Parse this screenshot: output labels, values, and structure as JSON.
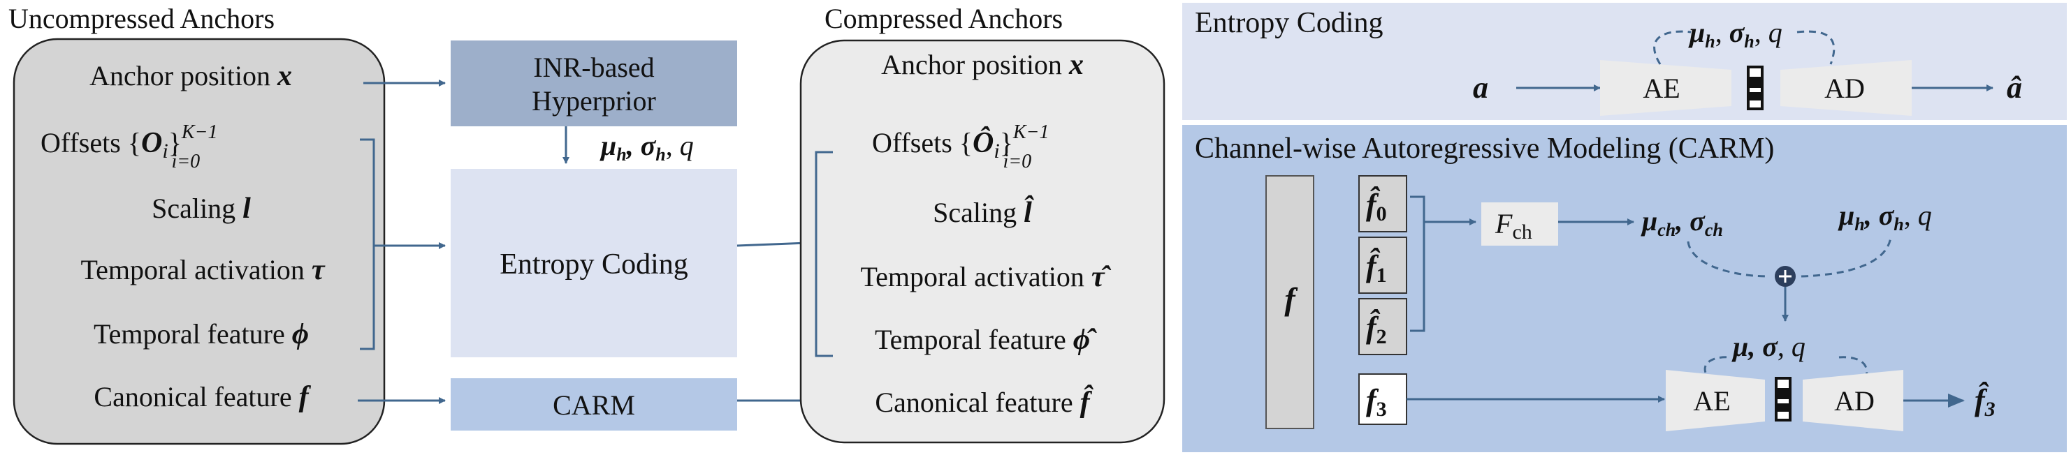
{
  "left": {
    "uncompressed_title": "Uncompressed Anchors",
    "compressed_title": "Compressed Anchors",
    "uncompressed": {
      "anchor_label": "Anchor position ",
      "anchor_sym": "x",
      "offsets_label": "Offsets {",
      "offsets_sym": "O",
      "offsets_sub": "i",
      "offsets_close": "}",
      "offsets_sup": "K−1",
      "offsets_low": "i=0",
      "scaling_label": "Scaling ",
      "scaling_sym": "l",
      "temporal_act_label": "Temporal activation ",
      "temporal_act_sym": "τ",
      "temporal_feat_label": "Temporal feature ",
      "temporal_feat_sym": "ϕ",
      "canonical_label": "Canonical feature ",
      "canonical_sym": "f"
    },
    "compressed": {
      "anchor_label": "Anchor position ",
      "anchor_sym": "x",
      "offsets_label": "Offsets {",
      "offsets_sym": "Ô",
      "offsets_sub": "i",
      "offsets_close": "}",
      "offsets_sup": "K−1",
      "offsets_low": "i=0",
      "scaling_label": "Scaling ",
      "scaling_sym": "l̂",
      "temporal_act_label": "Temporal activation ",
      "temporal_act_sym": "τ̂",
      "temporal_feat_label": "Temporal feature ",
      "temporal_feat_sym": "ϕ̂",
      "canonical_label": "Canonical feature ",
      "canonical_sym": "f̂"
    },
    "inr_line1": "INR-based",
    "inr_line2": "Hyperprior",
    "entropy_box": "Entropy Coding",
    "carm_box": "CARM",
    "hyper_mu": "μ",
    "hyper_sigma": "σ",
    "hyper_sub": "h",
    "hyper_q": "q"
  },
  "entropy_panel": {
    "title": "Entropy Coding",
    "input": "a",
    "output": "â",
    "ae": "AE",
    "ad": "AD",
    "mu": "μ",
    "sigma": "σ",
    "sub": "h",
    "q": "q"
  },
  "carm_panel": {
    "title": "Channel-wise Autoregressive Modeling (CARM)",
    "f_label": "f",
    "f0": "f̂",
    "f1": "f̂",
    "f2": "f̂",
    "f3": "f",
    "idx0": "0",
    "idx1": "1",
    "idx2": "2",
    "idx3": "3",
    "fch": "F",
    "fch_sub": "ch",
    "mu_ch": "μ",
    "sigma_ch": "σ",
    "ch_sub": "ch",
    "mu_h": "μ",
    "sigma_h": "σ",
    "h_sub": "h",
    "q": "q",
    "mu": "μ",
    "sigma": "σ",
    "ae": "AE",
    "ad": "AD",
    "output": "f̂",
    "output_sub": "3"
  },
  "colors": {
    "inr_box": "#9dafca",
    "entropy_box": "#dde3f2",
    "carm_box": "#b4c8e6",
    "panel_light": "#dde3f2",
    "panel_dark": "#b4c8e6",
    "arrow": "#41678e",
    "anchor_gray": "#d4d4d4",
    "anchor_light": "#ebebeb"
  }
}
